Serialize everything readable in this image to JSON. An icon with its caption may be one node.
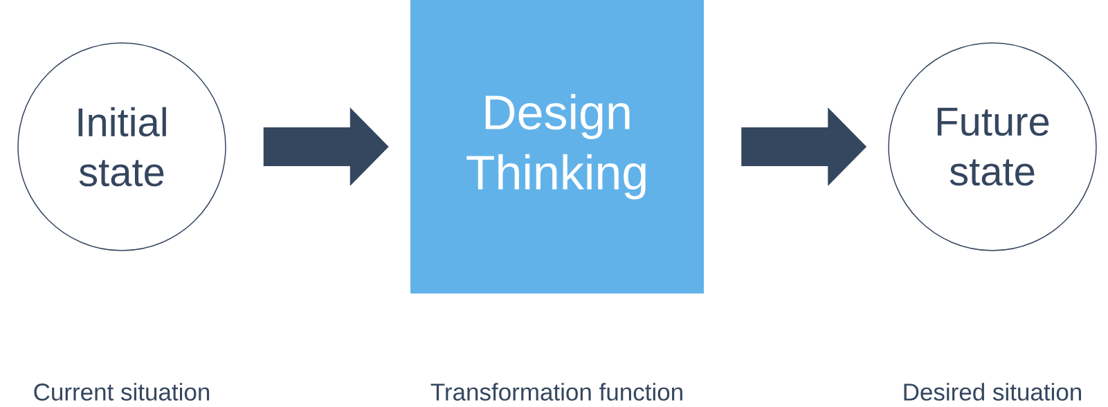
{
  "diagram": {
    "nodes": [
      {
        "text": [
          "Initial state"
        ]
      },
      {
        "text": [
          "Design Thinking"
        ]
      },
      {
        "text": [
          "Future state"
        ]
      }
    ],
    "edges": [
      {
        "from": 0,
        "to": 1,
        "arrow": "to"
      },
      {
        "from": 1,
        "to": 2,
        "arrow": "to"
      }
    ],
    "labels": [
      "Current situation",
      "Transformation function",
      "Desired situation"
    ]
  }
}
